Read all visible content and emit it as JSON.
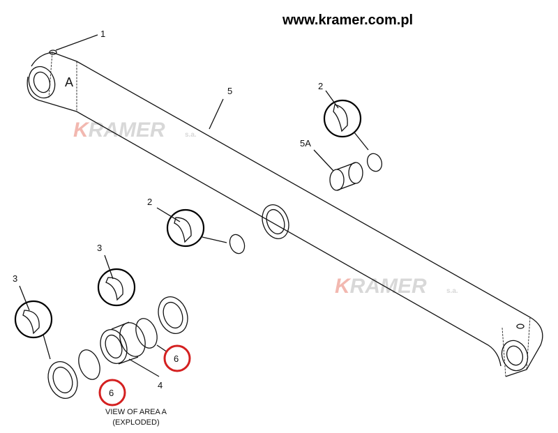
{
  "header": {
    "url": "www.kramer.com.pl"
  },
  "watermark": {
    "brand_k": "K",
    "brand_rest": "RAMER",
    "suffix": "s.a."
  },
  "callouts": {
    "c1": "1",
    "cA": "A",
    "c5": "5",
    "c2a": "2",
    "c5A": "5A",
    "c2b": "2",
    "c3a": "3",
    "c3b": "3",
    "c6a": "6",
    "c4": "4",
    "c6b": "6"
  },
  "caption": {
    "line1": "VIEW OF AREA  A",
    "line2": "(EXPLODED)"
  },
  "colors": {
    "highlight": "#d42020",
    "watermark_k": "#f2b8b0"
  }
}
